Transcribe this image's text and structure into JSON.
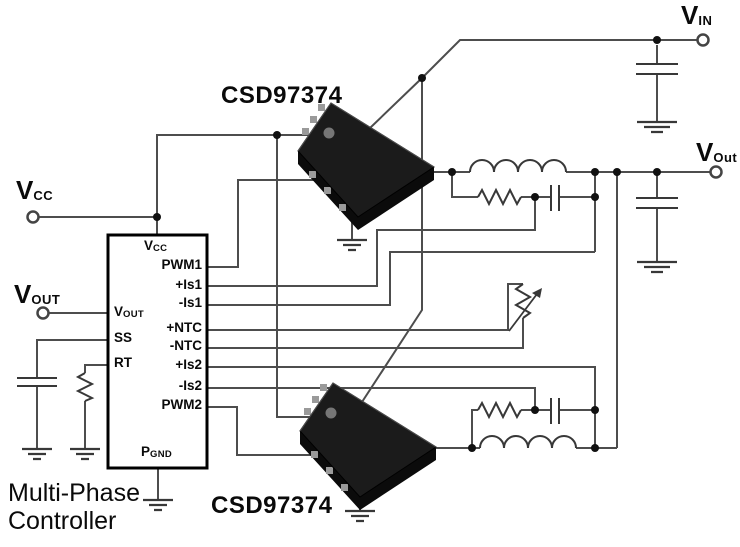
{
  "page": {
    "background": "#ffffff"
  },
  "terminals": {
    "vcc": {
      "main": "V",
      "sub": "CC"
    },
    "vout_left": {
      "main": "V",
      "sub": "OUT"
    },
    "vin": {
      "main": "V",
      "sub": "IN"
    },
    "vout_right": {
      "main": "V",
      "sub": "Out"
    }
  },
  "power_stages": {
    "chip1_label": "CSD97374",
    "chip2_label": "CSD97374"
  },
  "controller": {
    "caption_line1": "Multi-Phase",
    "caption_line2": "Controller",
    "top_pin": {
      "main": "V",
      "sub": "CC"
    },
    "bottom_pin": {
      "main": "P",
      "sub": "GND"
    },
    "left_pins": [
      {
        "main": "V",
        "sub": "OUT"
      },
      {
        "main": "SS",
        "sub": ""
      },
      {
        "main": "RT",
        "sub": ""
      }
    ],
    "right_pins": [
      "PWM1",
      "+Is1",
      "-Is1",
      "+NTC",
      "-NTC",
      "+Is2",
      "-Is2",
      "PWM2"
    ]
  },
  "colors": {
    "wire": "#4d4d4d",
    "component_stroke": "#383838",
    "chip_body": "#1b1b1b",
    "text": "#0a0a0a"
  }
}
